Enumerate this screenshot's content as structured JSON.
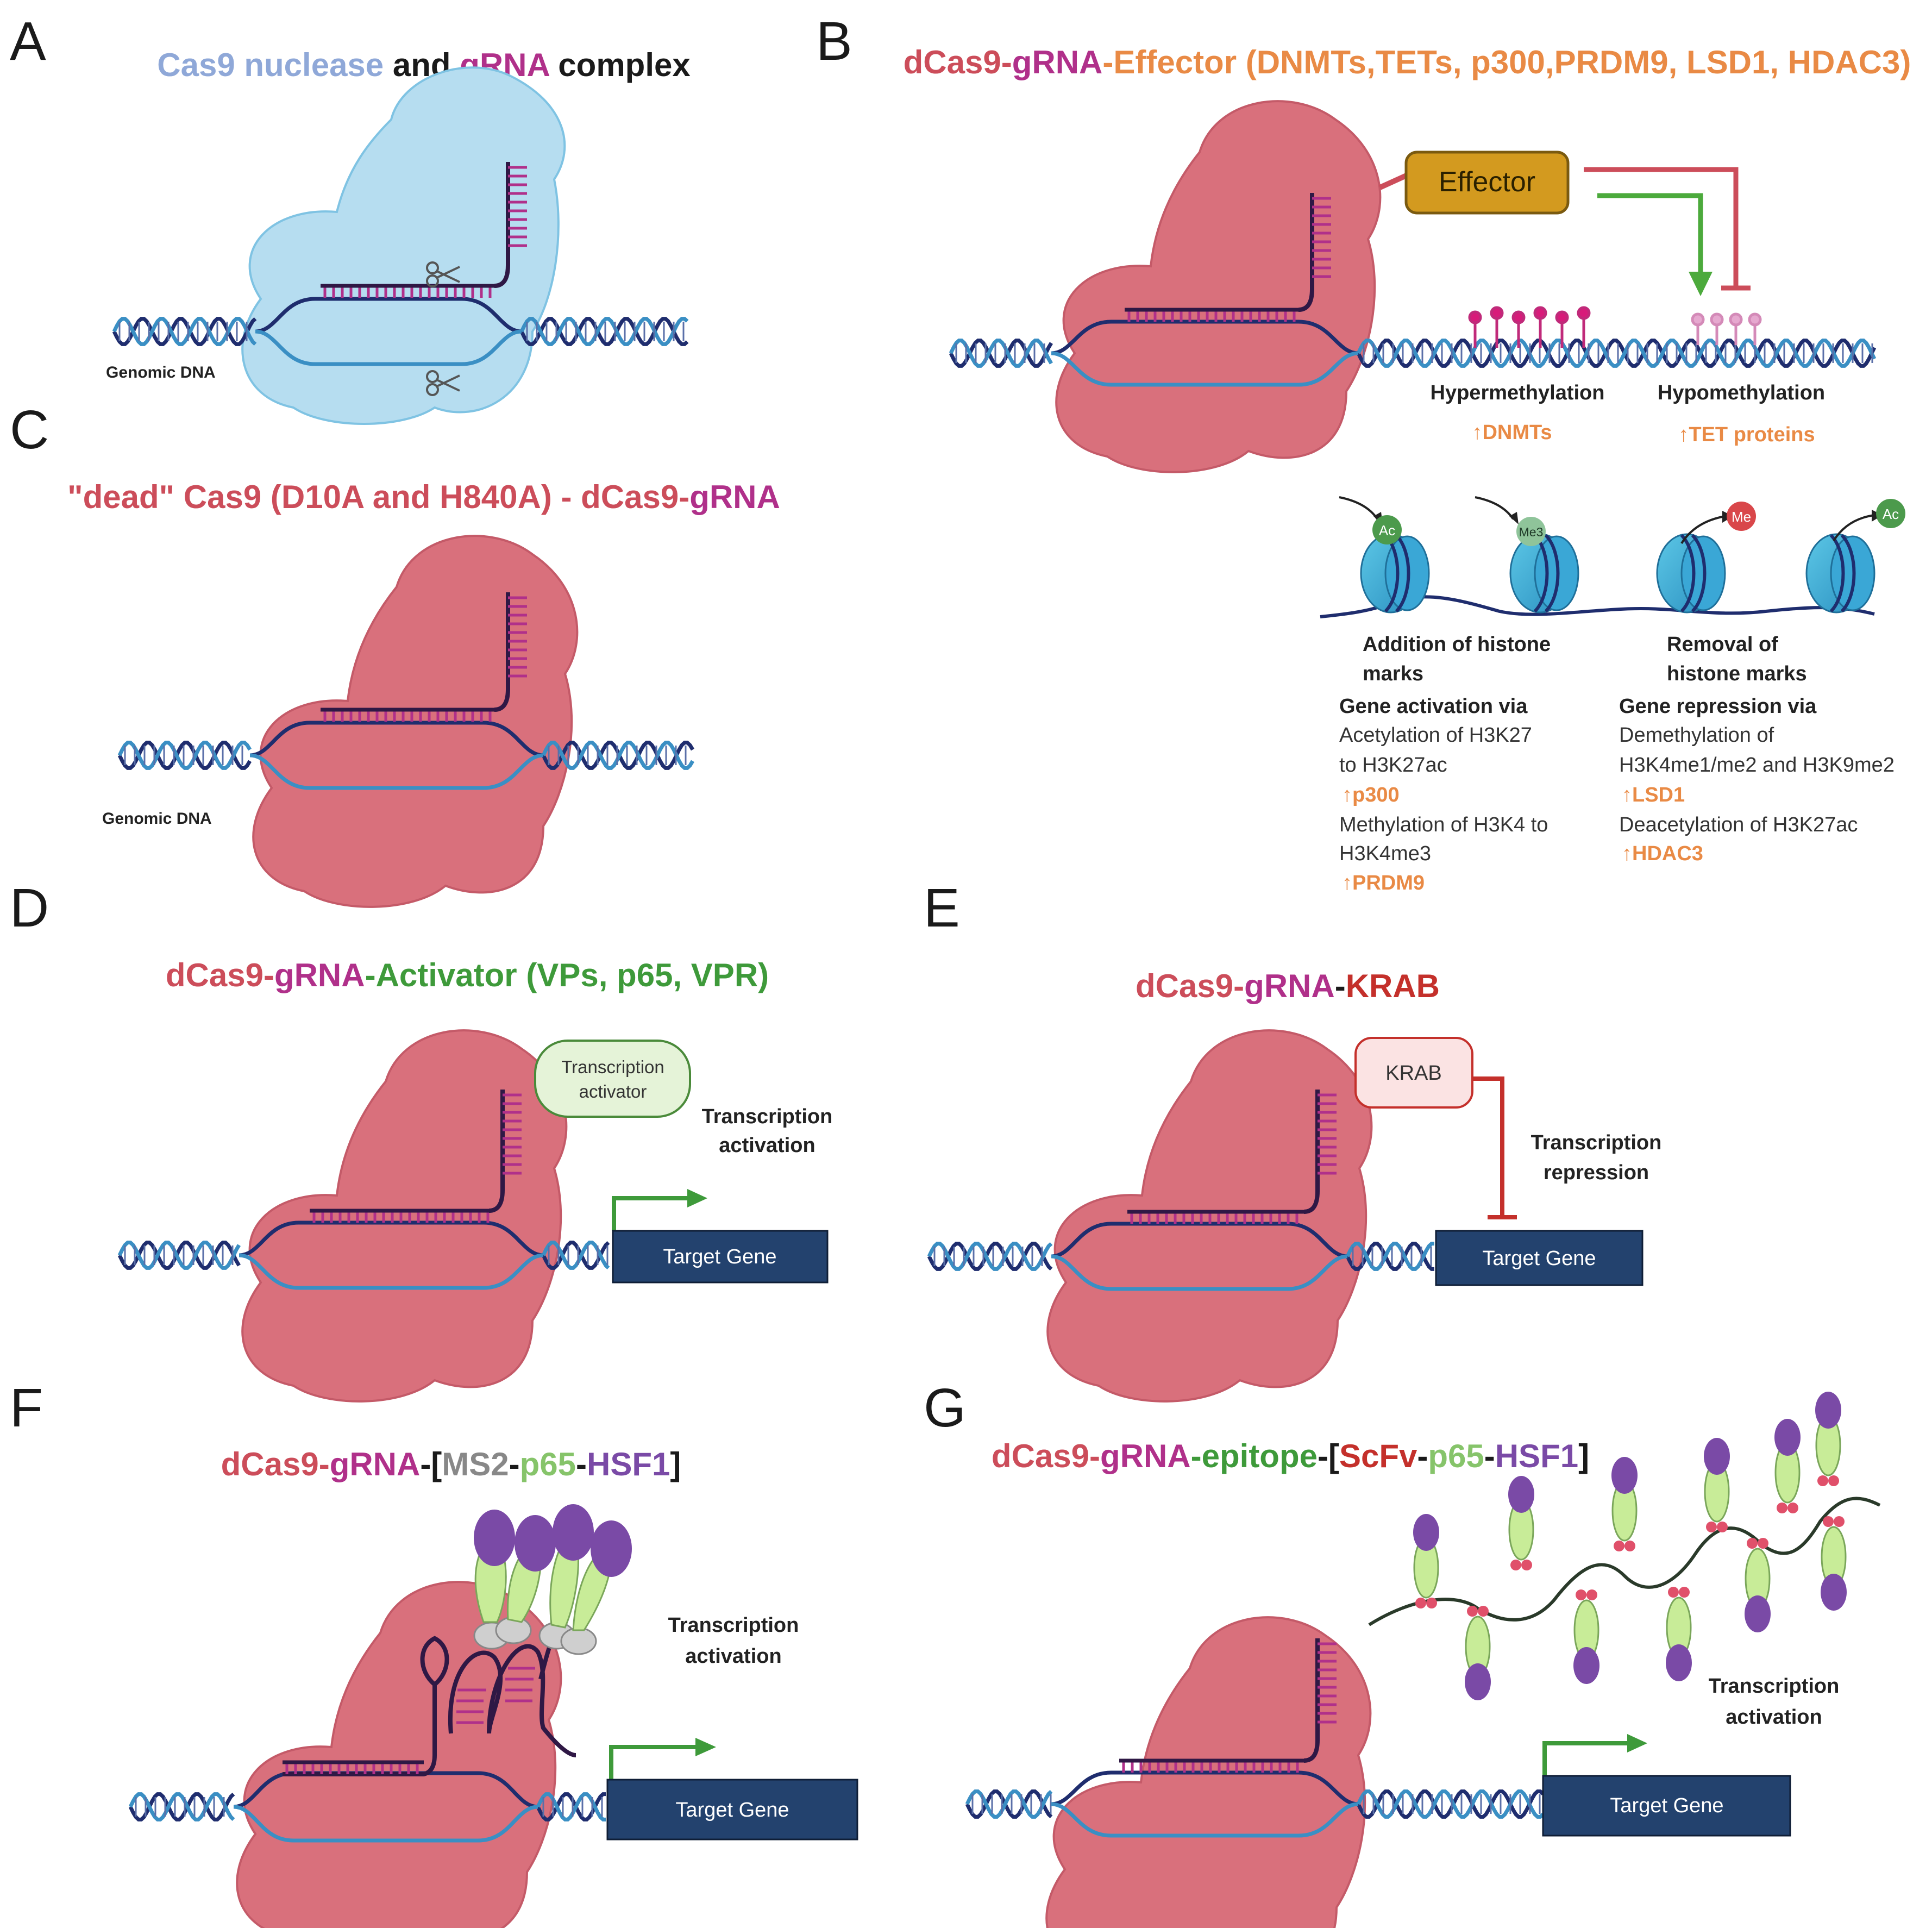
{
  "colors": {
    "cas9_blue": "#8fa8d8",
    "dcas9_red": "#cc4d5a",
    "grna_magenta": "#b0308a",
    "effector_orange": "#e98a45",
    "activator_green": "#3e9a3a",
    "krab_red": "#c4302b",
    "ms2_gray": "#888888",
    "p65_lightgreen": "#86c46a",
    "hsf1_purple": "#7a4aa6",
    "gene_box": "#23426e",
    "dna_dark": "#1f2d6e",
    "dna_light": "#3a8fc4"
  },
  "panels": {
    "A": {
      "letter": "A",
      "title": {
        "p1": "Cas9 nuclease",
        "p2": " and ",
        "p3": "gRNA",
        "p4": " complex"
      },
      "dna_label": "Genomic DNA",
      "icons": [
        "cas9-protein-icon",
        "scissors-icon"
      ]
    },
    "B": {
      "letter": "B",
      "title": {
        "p1": "dCas9",
        "p2": "-",
        "p3": "gRNA",
        "p4": "-Effector (DNMTs,TETs, p300,PRDM9, LSD1, HDAC3)"
      },
      "effector_label": "Effector",
      "hyper": {
        "label": "Hypermethylation",
        "enzyme": "↑DNMTs"
      },
      "hypo": {
        "label": "Hypomethylation",
        "enzyme": "↑TET proteins"
      },
      "marks": [
        "Ac",
        "Me3",
        "Me",
        "Ac"
      ],
      "addition": {
        "heading": [
          "Addition of histone",
          "marks"
        ],
        "sub": "Gene activation via",
        "lines": [
          "Acetylation of H3K27",
          "to H3K27ac"
        ],
        "enzyme1": "↑p300",
        "lines2": [
          "Methylation of H3K4 to",
          "H3K4me3"
        ],
        "enzyme2": "↑PRDM9"
      },
      "removal": {
        "heading": [
          "Removal of",
          "histone marks"
        ],
        "sub": "Gene repression via",
        "lines": [
          "Demethylation of",
          "H3K4me1/me2 and H3K9me2"
        ],
        "enzyme1": "↑LSD1",
        "lines2": [
          "Deacetylation of H3K27ac"
        ],
        "enzyme2": "↑HDAC3"
      }
    },
    "C": {
      "letter": "C",
      "title": {
        "p1": "\"dead\" Cas9 (D10A and H840A) - dCas9-",
        "p2": "gRNA"
      },
      "dna_label": "Genomic DNA"
    },
    "D": {
      "letter": "D",
      "title": {
        "p1": "dCas9",
        "p2": "-",
        "p3": "gRNA",
        "p4": "-",
        "p5": "Activator (VPs, p65, VPR)"
      },
      "activator_label": [
        "Transcription",
        "activator"
      ],
      "effect": [
        "Transcription",
        "activation"
      ],
      "gene": "Target Gene"
    },
    "E": {
      "letter": "E",
      "title": {
        "p1": "dCas9",
        "p2": "-",
        "p3": "gRNA",
        "p4": "-",
        "p5": "KRAB"
      },
      "krab_label": "KRAB",
      "effect": [
        "Transcription",
        "repression"
      ],
      "gene": "Target Gene"
    },
    "F": {
      "letter": "F",
      "title": {
        "p1": "dCas9",
        "p2": "-",
        "p3": "gRNA",
        "p4": "-[",
        "p5": "MS2",
        "p6": "-",
        "p7": "p65",
        "p8": "-",
        "p9": "HSF1",
        "p10": "]"
      },
      "effect": [
        "Transcription",
        "activation"
      ],
      "gene": "Target Gene"
    },
    "G": {
      "letter": "G",
      "title": {
        "p1": "dCas9",
        "p2": "-",
        "p3": "gRNA",
        "p4": "-",
        "p5": "epitope",
        "p6": "-[",
        "p7": "ScFv",
        "p8": "-",
        "p9": "p65",
        "p10": "-",
        "p11": "HSF1",
        "p12": "]"
      },
      "effect": [
        "Transcription",
        "activation"
      ],
      "gene": "Target Gene"
    }
  }
}
